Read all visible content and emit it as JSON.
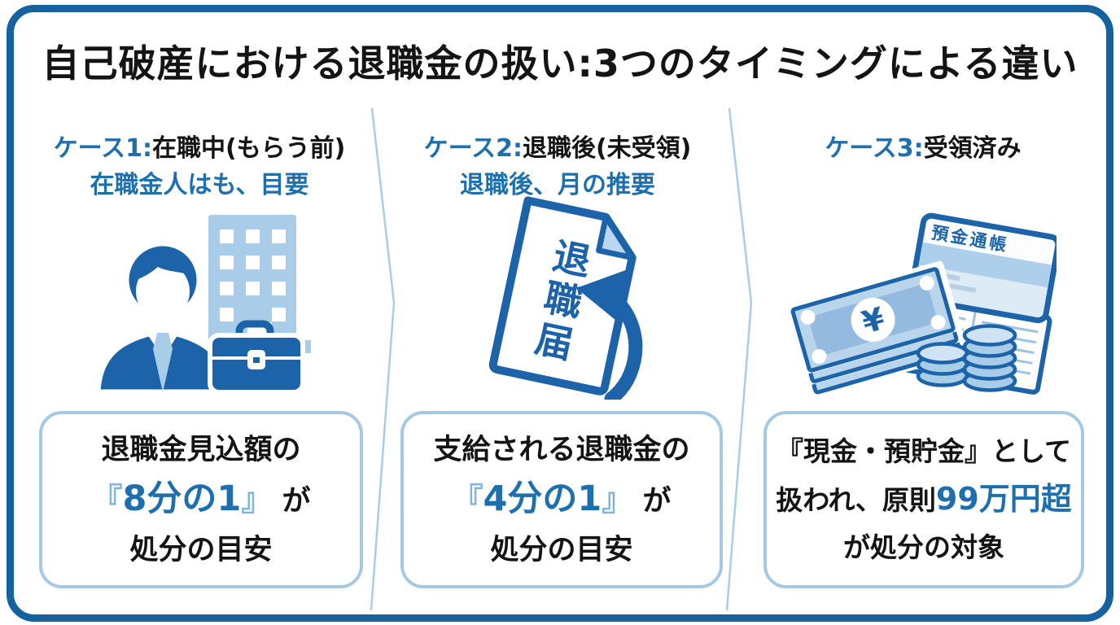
{
  "title": "自己破産における退職金の扱い:3つのタイミングによる違い",
  "columns": [
    {
      "label": "ケース1:",
      "timing": "在職中(もらう前)",
      "subtitle": "在職金人はも、目要",
      "icon": "businessman-with-office-building",
      "box": {
        "line1": "退職金見込額の",
        "bracket_open": "『",
        "highlight": "8分の1",
        "bracket_close": "』",
        "tail": " が",
        "line3": "処分の目安"
      }
    },
    {
      "label": "ケース2:",
      "timing": "退職後(未受領)",
      "subtitle": "退職後、月の推要",
      "icon": "resignation-letter-document",
      "box": {
        "line1": "支給される退職金の",
        "bracket_open": "『",
        "highlight": "4分の1",
        "bracket_close": "』",
        "tail": " が",
        "line3": "処分の目安"
      }
    },
    {
      "label": "ケース3:",
      "timing": "受領済み",
      "subtitle": "",
      "icon": "cash-coins-and-bank-passbook",
      "box": {
        "line1": "『現金・預貯金』として",
        "line2_prefix": "扱われ、原則",
        "line2_highlight": "99万円超",
        "line3": "が処分の対象"
      }
    }
  ],
  "icons": {
    "document_text": [
      "退",
      "職",
      "届"
    ],
    "passbook_label": "預金通帳",
    "yen_symbol": "¥"
  },
  "colors": {
    "frame_blue": "#15629e",
    "accent_blue": "#1e6fae",
    "icon_dark_blue": "#1d63a9",
    "icon_light_blue": "#a9cde9",
    "bracket_light_blue": "#7fb5db",
    "box_border_blue": "#a5c9e5",
    "divider_blue": "#a9cde8",
    "text_black": "#141414"
  }
}
